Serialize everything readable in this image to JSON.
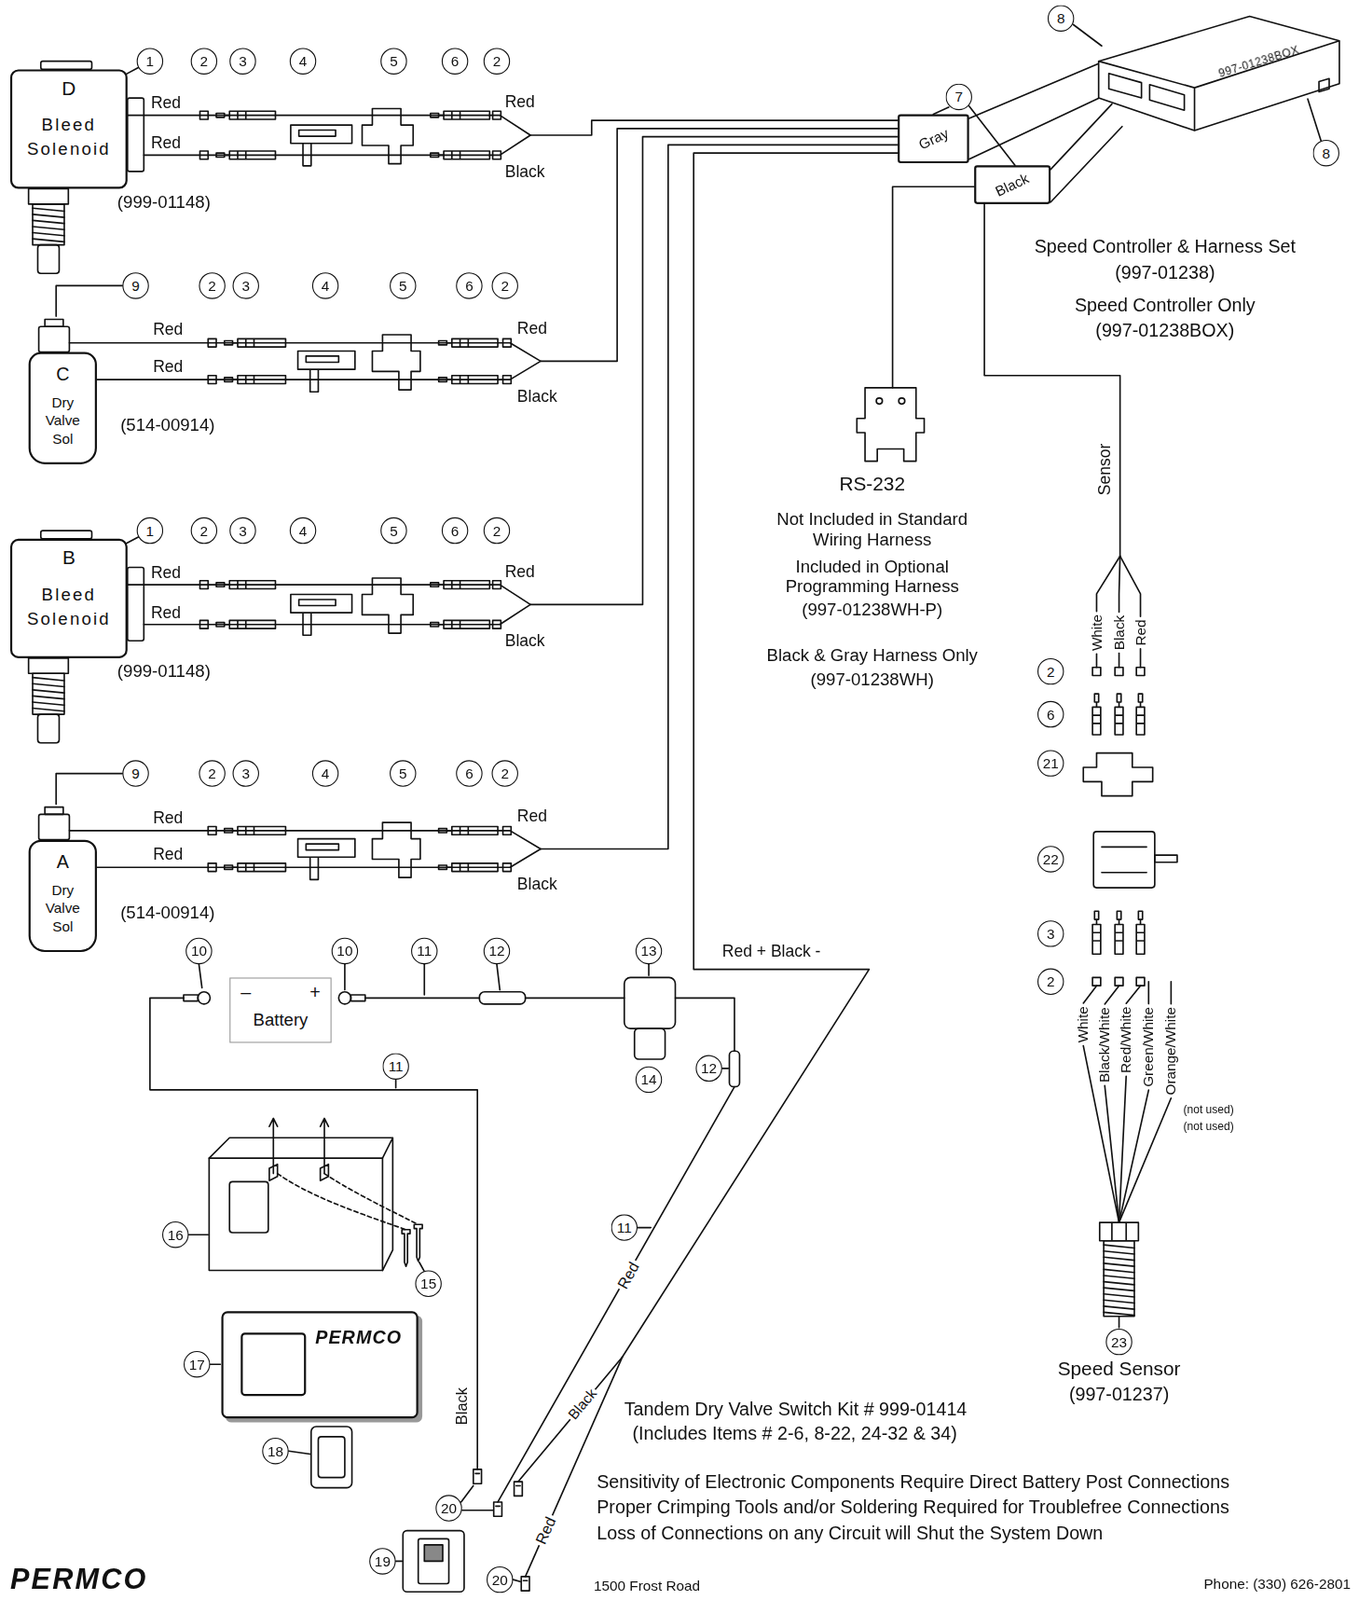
{
  "diagram": {
    "nodes": [
      {
        "text": [
          "D",
          "Bleed Solenoid"
        ]
      },
      {
        "text": [
          "997-01238BOX"
        ]
      },
      {
        "text": [
          "Gray"
        ]
      },
      {
        "text": [
          "Black"
        ]
      },
      {
        "text": [
          "C",
          "Dry Valve Sol"
        ]
      },
      {
        "text": [
          "B",
          "Bleed Solenoid"
        ]
      },
      {
        "text": [
          "A",
          "Dry Valve Sol"
        ]
      },
      {
        "text": [
          "–",
          "+",
          "Battery"
        ]
      },
      {
        "text": [
          "PERMCO"
        ]
      }
    ],
    "edges": [
      {
        "from": 0,
        "to": 2,
        "arrow": "none"
      },
      {
        "from": 4,
        "to": 2,
        "arrow": "none"
      },
      {
        "from": 5,
        "to": 2,
        "arrow": "none"
      },
      {
        "from": 6,
        "to": 2,
        "arrow": "none"
      }
    ],
    "labels": [
      "1",
      "2",
      "3",
      "4",
      "5",
      "6",
      "2",
      "Red",
      "Red",
      "Red",
      "Black",
      "(999-01148)",
      "8",
      "7",
      "8",
      "Speed Controller & Harness Set",
      "(997-01238)",
      "Speed Controller Only",
      "(997-01238BOX)",
      "9",
      "2",
      "3",
      "4",
      "5",
      "6",
      "2",
      "Red",
      "Red",
      "Red",
      "Black",
      "(514-00914)",
      "RS-232",
      "Not Included in Standard Wiring Harness",
      "Included in Optional Programming Harness",
      "(997-01238WH-P)",
      "Black & Gray Harness Only",
      "(997-01238WH)",
      "Sensor",
      "White",
      "Black",
      "Red",
      "2",
      "6",
      "21",
      "22",
      "3",
      "2",
      "White",
      "Black/White",
      "Red/White",
      "Green/White",
      "Orange/White",
      "(not used)",
      "(not used)",
      "23",
      "Speed Sensor",
      "(997-01237)",
      "1",
      "2",
      "3",
      "4",
      "5",
      "6",
      "2",
      "Red",
      "Red",
      "Red",
      "Black",
      "(999-01148)",
      "9",
      "2",
      "3",
      "4",
      "5",
      "6",
      "2",
      "Red",
      "Red",
      "Red",
      "Black",
      "(514-00914)",
      "10",
      "10",
      "11",
      "12",
      "13",
      "14",
      "12",
      "Red + Black -",
      "11",
      "11",
      "16",
      "15",
      "17",
      "18",
      "19",
      "20",
      "20",
      "Black",
      "Black",
      "Red",
      "Red",
      "Tandem Dry Valve Switch Kit # 999-01414",
      "(Includes Items # 2-6, 8-22, 24-32 & 34)",
      "Sensitivity of Electronic Components Require Direct Battery Post Connections",
      "Proper Crimping Tools and/or Soldering Required for Troublefree Connections",
      "Loss of Connections on any Circuit will Shut the System Down",
      "PERMCO",
      "1500 Frost Road",
      "Phone: (330) 626-2801"
    ]
  }
}
